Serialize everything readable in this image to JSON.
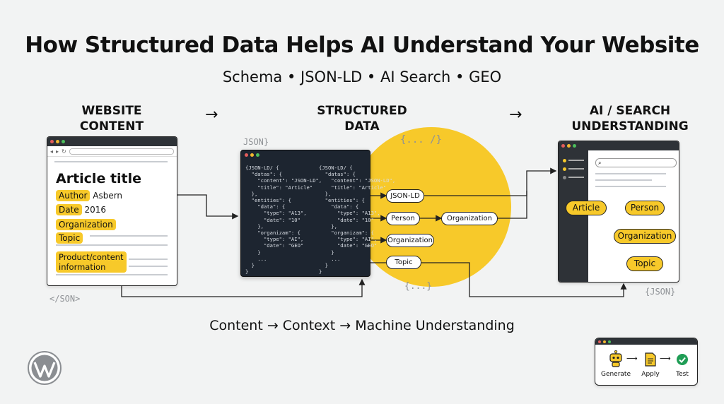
{
  "title": "How Structured Data Helps AI Understand Your Website",
  "subtitle": "Schema • JSON-LD • AI Search • GEO",
  "columns": {
    "website_content": {
      "line1": "WEBSITE",
      "line2": "CONTENT"
    },
    "structured_data": {
      "line1": "STRUCTURED",
      "line2": "DATA"
    },
    "ai_understanding": {
      "line1": "AI / SEARCH",
      "line2": "UNDERSTANDING"
    }
  },
  "arrow_glyph": "→",
  "deco": {
    "json_top": "JSON}",
    "braces_top": "{... /}",
    "json_bottom_left": "</SON>",
    "braces_bottom": "{...}",
    "json_bottom_right": "{JSON}"
  },
  "website": {
    "article_title": "Article title",
    "fields": [
      {
        "label": "Author",
        "value": "Asbern"
      },
      {
        "label": "Date",
        "value": "2016"
      },
      {
        "label": "Organization",
        "value": ""
      },
      {
        "label": "Topic",
        "value": ""
      }
    ],
    "product_label_line1": "Product/content",
    "product_label_line2": "information"
  },
  "code_left": "{JSON-LD/ {\n  \"datas\": {\n    \"content\": \"JSON-LD\",\n    \"title\": \"Article\"\n  },\n  \"entities\": {\n    \"data\": {\n      \"type\": \"A13\",\n      \"date\": \"10\"\n    },\n    \"organizam\": {\n      \"type\": \"AI\",\n      \"date\": \"GEO\"\n    }\n    ...\n  }\n}",
  "code_right": "{JSON-LD/ {\n  \"datas\": {\n    \"content\": \"JSON-LD\",\n    \"title\": \"Article\"\n  },\n  \"entities\": {\n    \"data\": {\n      \"type\": \"A13\",\n      \"date\": \"10\"\n    },\n    \"organizam\": {\n      \"type\": \"AI\",\n      \"date\": \"GEO\"\n    }\n    ...\n  }\n}",
  "schema_nodes": {
    "jsonld": "JSON-LD",
    "person": "Person",
    "organization": "Organization",
    "organization_2": "Organization",
    "topic": "Topic"
  },
  "ai_graph": {
    "article": "Article",
    "person": "Person",
    "organization": "Organization",
    "topic": "Topic"
  },
  "caption": "Content → Context → Machine Understanding",
  "workflow": {
    "steps": [
      {
        "label": "Generate",
        "icon": "robot-icon"
      },
      {
        "label": "Apply",
        "icon": "document-icon"
      },
      {
        "label": "Test",
        "icon": "checkmark-icon"
      }
    ]
  },
  "colors": {
    "accent": "#f7c92a",
    "dark": "#1d2530",
    "check": "#1f9d55"
  }
}
